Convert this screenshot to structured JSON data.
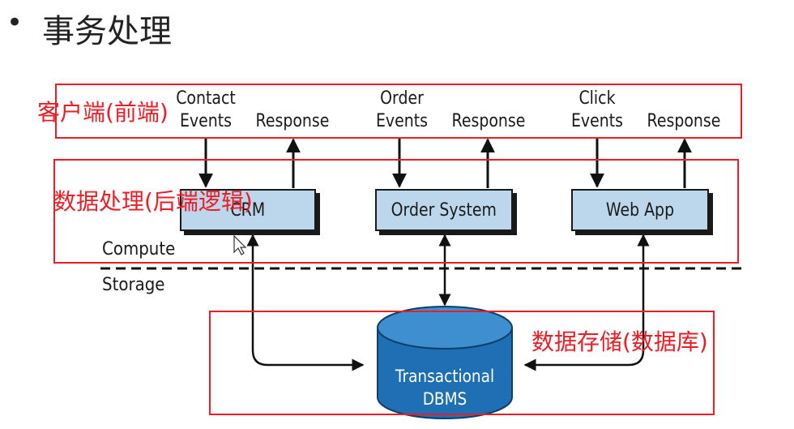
{
  "slide": {
    "bullet": "•",
    "title": "事务处理"
  },
  "events": [
    {
      "line1": "Contact",
      "line2": "Events"
    },
    {
      "line1": "Order",
      "line2": "Events"
    },
    {
      "line1": "Click",
      "line2": "Events"
    }
  ],
  "responses": [
    "Response",
    "Response",
    "Response"
  ],
  "systems": [
    "CRM",
    "Order System",
    "Web App"
  ],
  "layers": {
    "compute": "Compute",
    "storage": "Storage"
  },
  "database": {
    "line1": "Transactional",
    "line2": "DBMS"
  },
  "annotations": {
    "client": "客户端(前端)",
    "processing": "数据处理(后端逻辑)",
    "storage": "数据存储(数据库)"
  },
  "colors": {
    "annotation_red": "#ee1c24",
    "system_box": "#bcd7ec",
    "database_blue": "#1f6fb4"
  }
}
